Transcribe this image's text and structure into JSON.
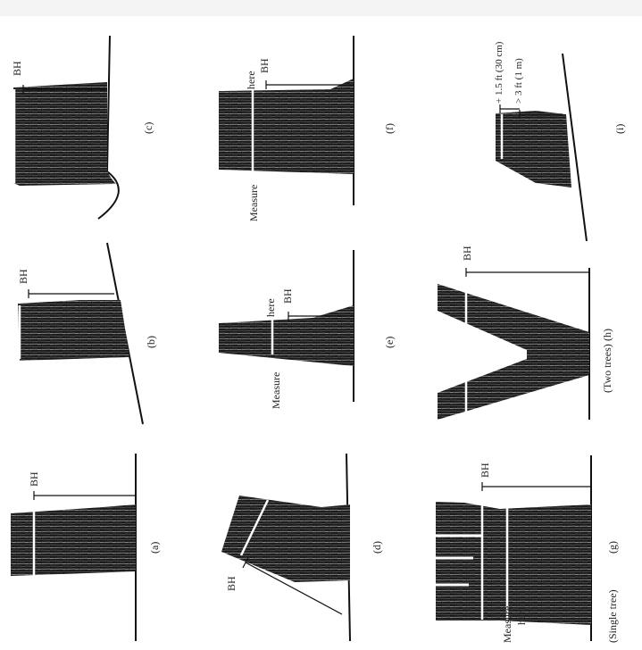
{
  "panels": {
    "a": {
      "caption": "(a)",
      "bh_label": "BH"
    },
    "b": {
      "caption": "(b)",
      "bh_label": "BH"
    },
    "c": {
      "caption": "(c)",
      "bh_label": "BH"
    },
    "d": {
      "caption": "(d)",
      "bh_label": "BH"
    },
    "e": {
      "caption": "(e)",
      "bh_label": "BH",
      "measure_label": "Measure",
      "here_label": "here"
    },
    "f": {
      "caption": "(f)",
      "bh_label": "BH",
      "measure_label": "Measure",
      "here_label": "here"
    },
    "g": {
      "caption": "(g)",
      "bh_label": "BH",
      "measure_label": "Measure",
      "here_label": "here",
      "note": "(Single tree)"
    },
    "h": {
      "caption": "(h)",
      "bh_label": "BH",
      "note": "(Two trees)"
    },
    "i": {
      "caption": "(i)",
      "upper_label": "+ 1.5 ft (30 cm)",
      "lower_label": "> 3 ft (1 m)"
    }
  }
}
